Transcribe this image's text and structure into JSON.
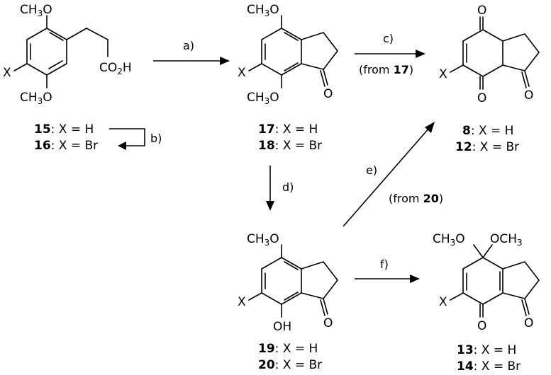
{
  "atoms": {
    "och3": "CH3O",
    "och3_right": "OCH3",
    "ome": "O",
    "methyl": "CH",
    "three": "3",
    "x": "X",
    "o": "O",
    "oh": "OH",
    "co2h": "CO2H"
  },
  "arrows": [
    {
      "label": "a)"
    },
    {
      "label": "b)"
    },
    {
      "label": "c)",
      "note": "(from ",
      "note_ref": "17",
      "note_end": ")"
    },
    {
      "label": "d)"
    },
    {
      "label": "e)",
      "note": "(from ",
      "note_ref": "20",
      "note_end": ")"
    },
    {
      "label": "f)"
    }
  ],
  "compounds": [
    {
      "id": "15",
      "desc": ": X = H"
    },
    {
      "id": "16",
      "desc": ": X = Br"
    },
    {
      "id": "17",
      "desc": ": X = H"
    },
    {
      "id": "18",
      "desc": ": X = Br"
    },
    {
      "id": "8",
      "desc": ": X = H"
    },
    {
      "id": "12",
      "desc": ": X = Br"
    },
    {
      "id": "19",
      "desc": ": X = H"
    },
    {
      "id": "20",
      "desc": ": X = Br"
    },
    {
      "id": "13",
      "desc": ": X = H"
    },
    {
      "id": "14",
      "desc": ": X = Br"
    }
  ]
}
